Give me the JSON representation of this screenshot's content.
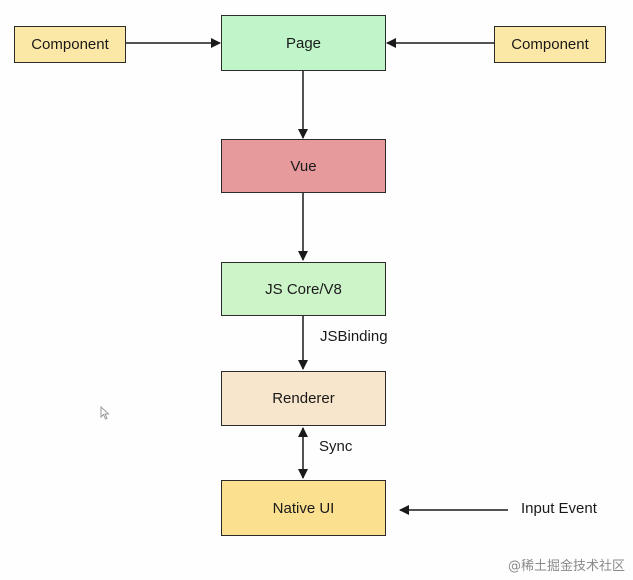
{
  "nodes": {
    "component_left": {
      "label": "Component",
      "fill": "#fbe8a6"
    },
    "component_right": {
      "label": "Component",
      "fill": "#fbe8a6"
    },
    "page": {
      "label": "Page",
      "fill": "#bff5c9"
    },
    "vue": {
      "label": "Vue",
      "fill": "#e79a9c"
    },
    "js_core": {
      "label": "JS Core/V8",
      "fill": "#cdf3c9"
    },
    "renderer": {
      "label": "Renderer",
      "fill": "#f8e6cc"
    },
    "native_ui": {
      "label": "Native UI",
      "fill": "#fae08f"
    }
  },
  "edge_labels": {
    "jsbinding": "JSBinding",
    "sync": "Sync",
    "input_event": "Input Event"
  },
  "watermark": "@稀土掘金技术社区",
  "colors": {
    "stroke": "#2b2b2b",
    "text": "#1a1a1a"
  }
}
